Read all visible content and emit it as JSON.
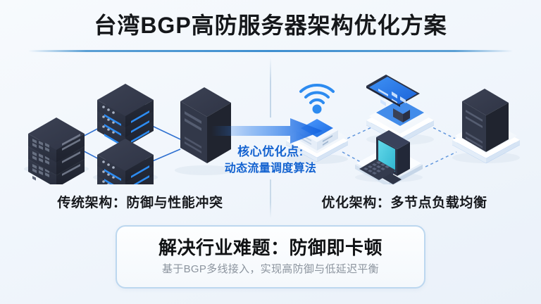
{
  "header": {
    "title": "台湾BGP高防服务器架构优化方案"
  },
  "center": {
    "arrow_icon": "right-arrow-icon",
    "callout_line1": "核心优化点:",
    "callout_line2": "动态流量调度算法"
  },
  "sections": {
    "left": {
      "caption": "传统架构：防御与性能冲突",
      "diagram_icon": "legacy-server-rack-diagram",
      "nodes": [
        {
          "name": "network-switch-stack",
          "label": ""
        },
        {
          "name": "rack-server-stack-top",
          "label": ""
        },
        {
          "name": "rack-server-stack-bottom",
          "label": ""
        },
        {
          "name": "tower-server",
          "label": ""
        }
      ]
    },
    "right": {
      "caption": "优化架构：多节点负载均衡",
      "diagram_icon": "optimized-multi-node-diagram",
      "nodes": [
        {
          "name": "wifi-router-node",
          "label": ""
        },
        {
          "name": "monitor-dashboard-node",
          "label": ""
        },
        {
          "name": "desktop-computer-node",
          "label": ""
        },
        {
          "name": "tower-server-node",
          "label": ""
        }
      ]
    }
  },
  "banner": {
    "headline": "解决行业难题：防御即卡顿",
    "subtext": "基于BGP多线接入，实现高防御与低延迟平衡"
  },
  "colors": {
    "accent_blue": "#1463d0",
    "rule_blue": "#3f8fd0",
    "arrow_blue": "#1a6fe8",
    "node_dark": "#2b3042",
    "led_blue": "#2d8bf0",
    "banner_border": "#bcd7ef",
    "text_dark": "#15171a",
    "text_muted": "#8c949e",
    "background": "#f3f7fc"
  }
}
